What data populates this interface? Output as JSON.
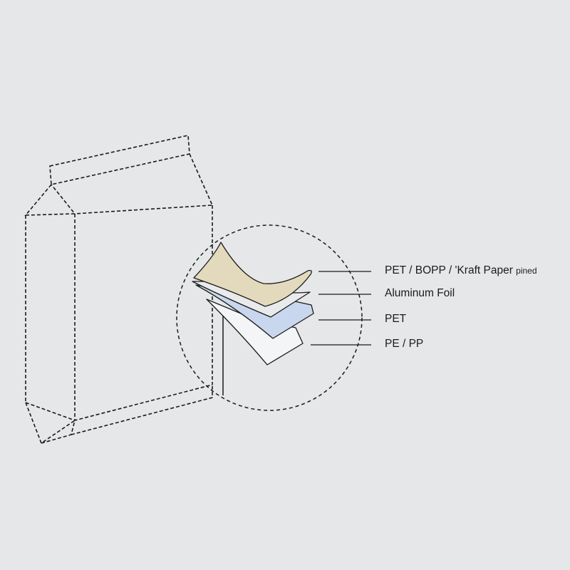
{
  "diagram": {
    "title_hidden": null,
    "layers": [
      {
        "label": "PET / BOPP / 'Kraft Paper",
        "suffix": "pined",
        "color": "#e3d9bc"
      },
      {
        "label": "Aluminum Foil",
        "color": "#e9eaec"
      },
      {
        "label": "PET",
        "color": "#c9d7ee"
      },
      {
        "label": "PE / PP",
        "color": "#f4f5f6"
      }
    ],
    "colors": {
      "background": "#e6e7e9",
      "line": "#1b1b1b"
    }
  }
}
